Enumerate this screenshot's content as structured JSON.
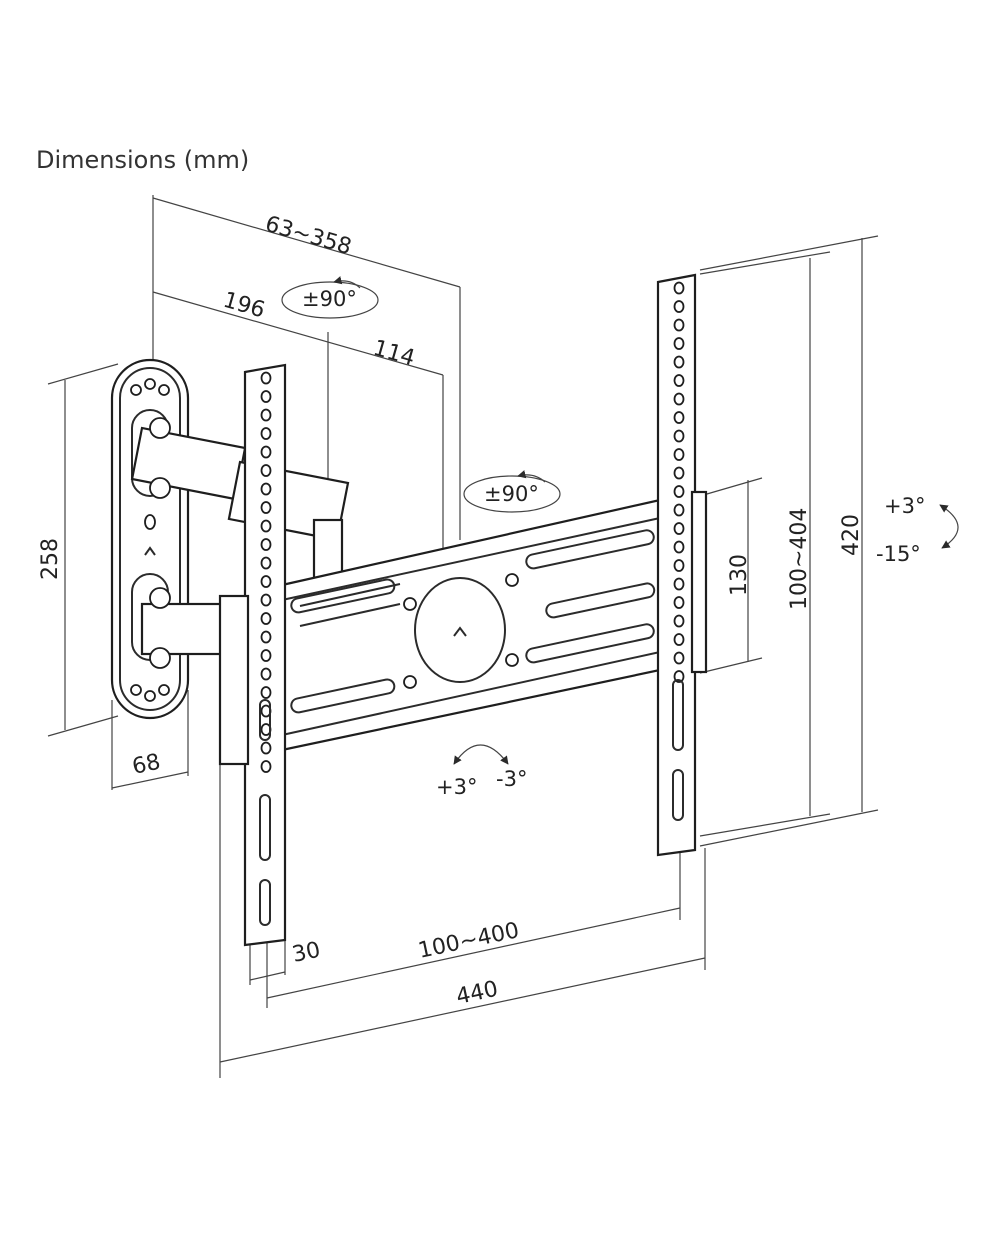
{
  "title": "Dimensions (mm)",
  "dimensions": {
    "arm_extension": "63~358",
    "arm_length": "196",
    "arm_offset": "114",
    "wall_plate_height": "258",
    "wall_plate_width": "68",
    "rail_height": "130",
    "vesa_vertical": "100~404",
    "total_height": "420",
    "rail_width": "30",
    "vesa_horizontal": "100~400",
    "total_width": "440"
  },
  "motion": {
    "swivel_top": "±90°",
    "swivel_bottom": "±90°",
    "tilt_up": "+3°",
    "tilt_down": "-15°",
    "level_plus": "+3°",
    "level_minus": "-3°"
  },
  "colors": {
    "line": "#2b2b2b",
    "text": "#222222",
    "background": "#ffffff"
  }
}
